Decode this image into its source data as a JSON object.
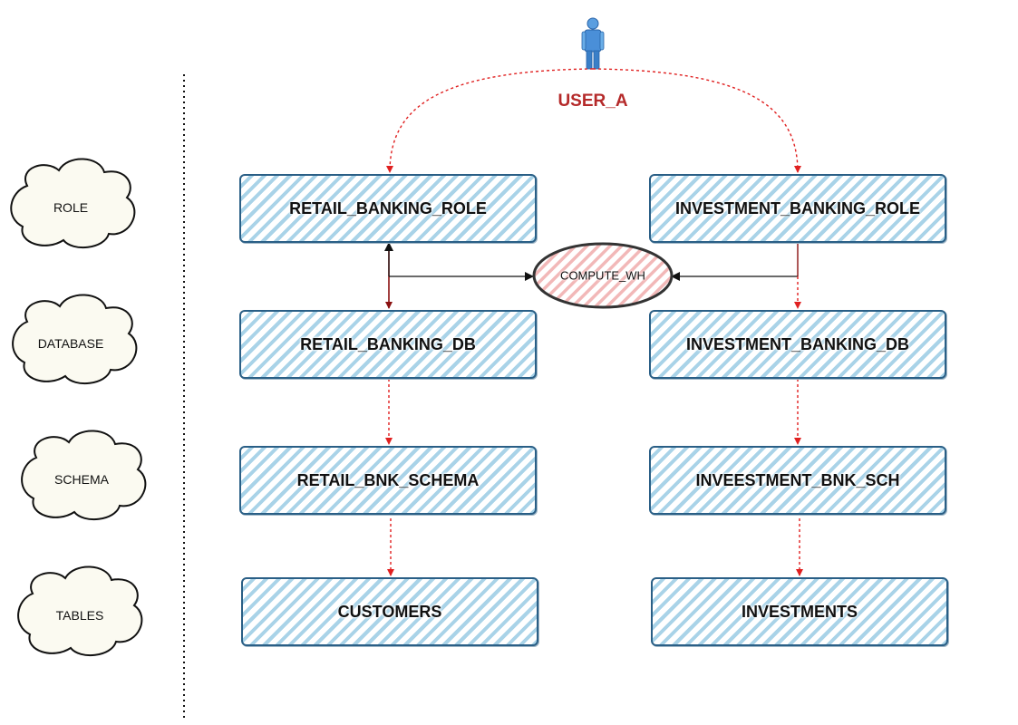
{
  "user": {
    "label": "USER_A",
    "icon": "user-icon"
  },
  "layers": {
    "role": "ROLE",
    "database": "DATABASE",
    "schema": "SCHEMA",
    "tables": "TABLES"
  },
  "warehouse": {
    "label": "COMPUTE_WH"
  },
  "retail": {
    "role": "RETAIL_BANKING_ROLE",
    "db": "RETAIL_BANKING_DB",
    "schema": "RETAIL_BNK_SCHEMA",
    "table": "CUSTOMERS"
  },
  "investment": {
    "role": "INVESTMENT_BANKING_ROLE",
    "db": "INVESTMENT_BANKING_DB",
    "schema": "INVEESTMENT_BNK_SCH",
    "table": "INVESTMENTS"
  },
  "colors": {
    "box_border": "#2a5f86",
    "hatch": "#a9d3e8",
    "red_arrow": "#e02020",
    "black_arrow": "#111111",
    "warehouse_hatch": "#f2b8b8",
    "cloud_fill": "#fbfaf1",
    "user_text": "#b52a2a",
    "user_figure": "#4a8fd8"
  }
}
